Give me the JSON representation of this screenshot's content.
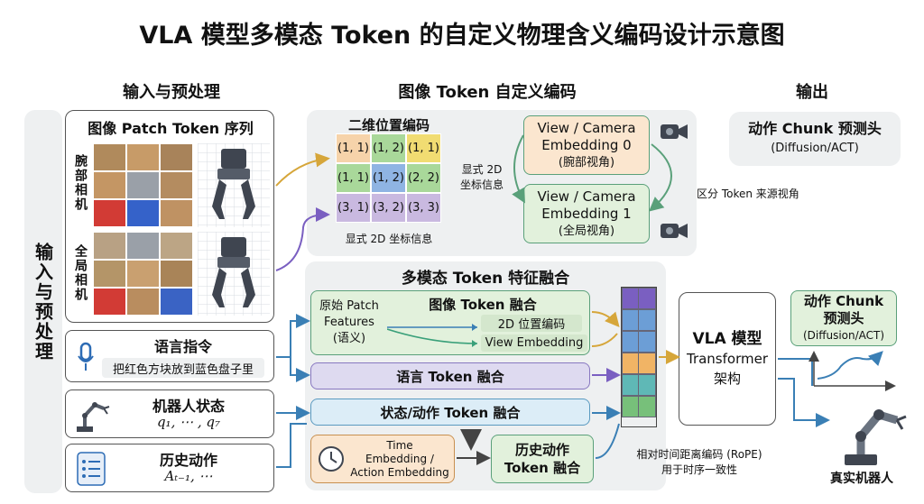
{
  "title": "VLA 模型多模态 Token 的自定义物理含义编码设计示意图",
  "headers": {
    "input": "输入与预处理",
    "encode": "图像 Token 自定义编码",
    "output": "输出"
  },
  "side_label": "输入与预处理",
  "patch": {
    "title": "图像 Patch Token 序列",
    "wrist_label": "腕部相机",
    "global_label": "全局相机"
  },
  "pos": {
    "title": "二维位置编码",
    "cells": [
      "(1, 1)",
      "(1, 2)",
      "(1, 1)",
      "(1, 1)",
      "(1, 2)",
      "(2, 2)",
      "(3, 1)",
      "(3, 2)",
      "(3, 3)"
    ],
    "caption": "显式 2D 坐标信息",
    "side_line1": "显式 2D",
    "side_line2": "坐标信息"
  },
  "view": {
    "cam0_line1": "View / Camera",
    "cam0_line2": "Embedding 0",
    "cam0_line3": "(腕部视角)",
    "cam1_line1": "View / Camera",
    "cam1_line2": "Embedding 1",
    "cam1_line3": "(全局视角)",
    "distinguish": "区分 Token 来源视角"
  },
  "out_head": {
    "line1": "动作 Chunk 预测头",
    "line2": "(Diffusion/ACT)"
  },
  "language": {
    "title": "语言指令",
    "text": "把红色方块放到蓝色盘子里"
  },
  "robot_state": {
    "title": "机器人状态",
    "formula": "q₁, ⋯ , q₇"
  },
  "history": {
    "title": "历史动作",
    "formula": "Aₜ₋₁, ⋯"
  },
  "fusion": {
    "title": "多模态 Token 特征融合",
    "image_title": "图像 Token 融合",
    "raw_line1": "原始 Patch",
    "raw_line2": "Features",
    "raw_line3": "(语义)",
    "pos_enc": "2D 位置编码",
    "view_emb": "View Embedding",
    "lang": "语言 Token 融合",
    "state": "状态/动作 Token 融合",
    "time_line1": "Time",
    "time_line2": "Embedding /",
    "time_line3": "Action Embedding",
    "hist_line1": "历史动作",
    "hist_line2": "Token 融合",
    "rope_line1": "相对时间距离编码 (RoPE)",
    "rope_line2": "用于时序一致性"
  },
  "model": {
    "line1": "VLA 模型",
    "line2": "Transformer",
    "line3": "架构"
  },
  "pred": {
    "line1": "动作 Chunk",
    "line2": "预测头",
    "line3": "(Diffusion/ACT)"
  },
  "robot_label": "真实机器人",
  "colors": {
    "orange": "#f6d3aa",
    "yellow": "#f1dc72",
    "blue": "#8fb4e3",
    "green": "#a9d89a",
    "purple": "#c9b9e0",
    "teal": "#7cc6c4",
    "lightgreen": "#e2f1dc",
    "lightblue": "#dcedf7",
    "lightorange": "#fbe6cf",
    "token_purple": "#7a5fc1",
    "token_blue": "#6c9ed6",
    "token_orange": "#f1b465",
    "token_teal": "#5fb8b6",
    "token_green": "#77c07a"
  },
  "icons": [
    "camera-icon",
    "microphone-icon",
    "robot-arm-icon",
    "list-icon",
    "clock-icon",
    "gripper-icon"
  ]
}
